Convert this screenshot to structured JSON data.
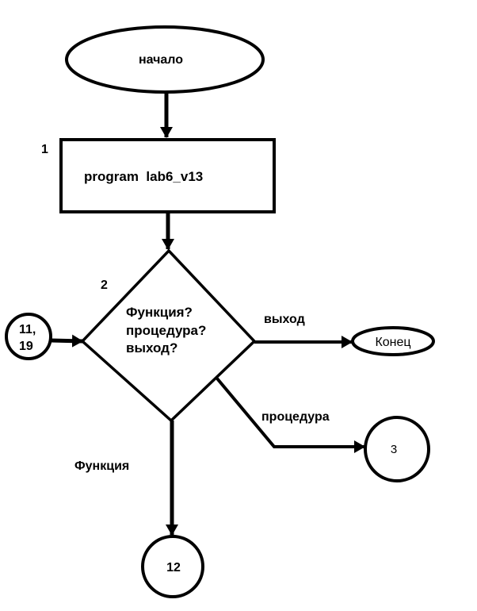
{
  "diagram": {
    "type": "flowchart",
    "colors": {
      "stroke": "#000000",
      "background": "#ffffff",
      "text": "#000000"
    },
    "nodes": {
      "start": {
        "shape": "terminal",
        "text": "начало"
      },
      "block1": {
        "shape": "process",
        "number": "1",
        "text": "program  lab6_v13"
      },
      "block2": {
        "shape": "decision",
        "number": "2",
        "lines": [
          "Функция?",
          "процедура?",
          "выход?"
        ]
      },
      "connector_in": {
        "shape": "connector",
        "lines": [
          "11,",
          "19"
        ]
      },
      "end": {
        "shape": "terminal",
        "text": "Конец"
      },
      "connector_3": {
        "shape": "connector",
        "text": "3"
      },
      "connector_12": {
        "shape": "connector",
        "text": "12"
      }
    },
    "edges": [
      {
        "from": "start",
        "to": "block1",
        "label": ""
      },
      {
        "from": "block1",
        "to": "block2",
        "label": ""
      },
      {
        "from": "connector_in",
        "to": "block2",
        "label": ""
      },
      {
        "from": "block2",
        "to": "end",
        "label": "выход"
      },
      {
        "from": "block2",
        "to": "connector_3",
        "label": "процедура"
      },
      {
        "from": "block2",
        "to": "connector_12",
        "label": "Функция"
      }
    ]
  }
}
